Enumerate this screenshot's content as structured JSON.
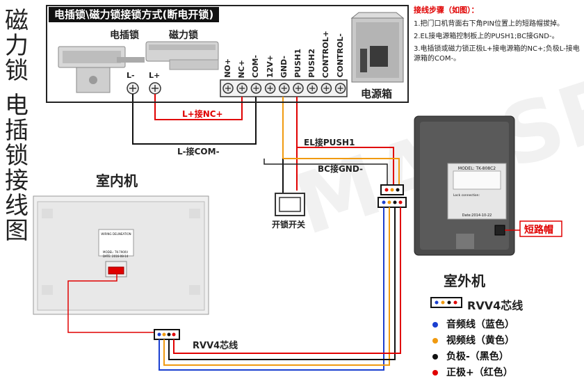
{
  "side_title": [
    "磁",
    "力",
    "锁",
    "",
    "电",
    "插",
    "锁",
    "接",
    "线",
    "图"
  ],
  "banner": "电插锁\\磁力锁接锁方式(断电开锁)",
  "top_labels": {
    "electric_lock": "电插锁",
    "magnetic_lock": "磁力锁",
    "l_minus": "L-",
    "l_plus": "L+",
    "power_box": "电源箱"
  },
  "terminals": [
    "NO+",
    "NC+",
    "COM-",
    "12V+",
    "GND-",
    "PUSH1",
    "PUSH2",
    "CONTROL+",
    "CONTROL-"
  ],
  "wire_labels": {
    "lplus_nc": "L+接NC+",
    "lminus_com": "L-接COM-",
    "el_push1": "EL接PUSH1",
    "bc_gnd": "BC接GND-"
  },
  "switch_label": "开锁开关",
  "indoor_unit": "室内机",
  "outdoor_unit": "室外机",
  "jumper_cap": "短路帽",
  "rvv4_bottom": "RVV4芯线",
  "indoor_panel": {
    "title": "WIRING DELINEATION",
    "model_label": "MODEL:",
    "model": "TK-7900V",
    "date_label": "DATE:",
    "date": "2016-08-14"
  },
  "outdoor_panel": {
    "model": "MODEL: TK-808C2",
    "lock_connection": "Lock connection:",
    "date": "Date:2014-10-22"
  },
  "watermark": "MAGSRO",
  "steps": {
    "heading": "接线步骤（如图）：",
    "items": [
      "1.把门口机背面右下角PIN位置上的短路帽拔掉。",
      "2.EL接电源箱控制板上的PUSH1;BC接GND-。",
      "3.电插锁或磁力锁正极L+接电源箱的NC+;负极L-接电源箱的COM-。"
    ]
  },
  "legend": {
    "title": "RVV4芯线",
    "items": [
      {
        "label": "音频线（蓝色）",
        "color": "#1a3fd0"
      },
      {
        "label": "视频线（黄色）",
        "color": "#f09a10"
      },
      {
        "label": "负极-（黑色）",
        "color": "#111111"
      },
      {
        "label": "正极+（红色）",
        "color": "#e00000"
      }
    ]
  },
  "colors": {
    "red": "#e00000",
    "blue": "#1a3fd0",
    "yellow": "#f09a10",
    "black": "#111111"
  }
}
